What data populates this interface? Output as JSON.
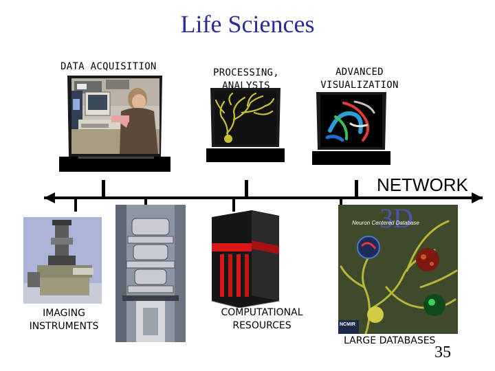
{
  "title": "Life Sciences",
  "labels": {
    "data_acquisition": "DATA  ACQUISITION",
    "processing_line1": "PROCESSING,",
    "processing_line2": "ANALYSIS",
    "visualization_line1": "ADVANCED",
    "visualization_line2": "VISUALIZATION",
    "network": "NETWORK",
    "imaging_line1": "IMAGING",
    "imaging_line2": "INSTRUMENTS",
    "computational_line1": "COMPUTATIONAL",
    "computational_line2": "RESOURCES",
    "databases": "LARGE DATABASES"
  },
  "database_cover": {
    "heading": "3D",
    "subtitle": "Neuron Centered Database",
    "logo": "NCMIR"
  },
  "page_number": "35",
  "colors": {
    "title": "#2b2b9a",
    "network_line": "#000000",
    "supercomputer_stripe": "#d81818",
    "dendrite": "#c9c230"
  }
}
